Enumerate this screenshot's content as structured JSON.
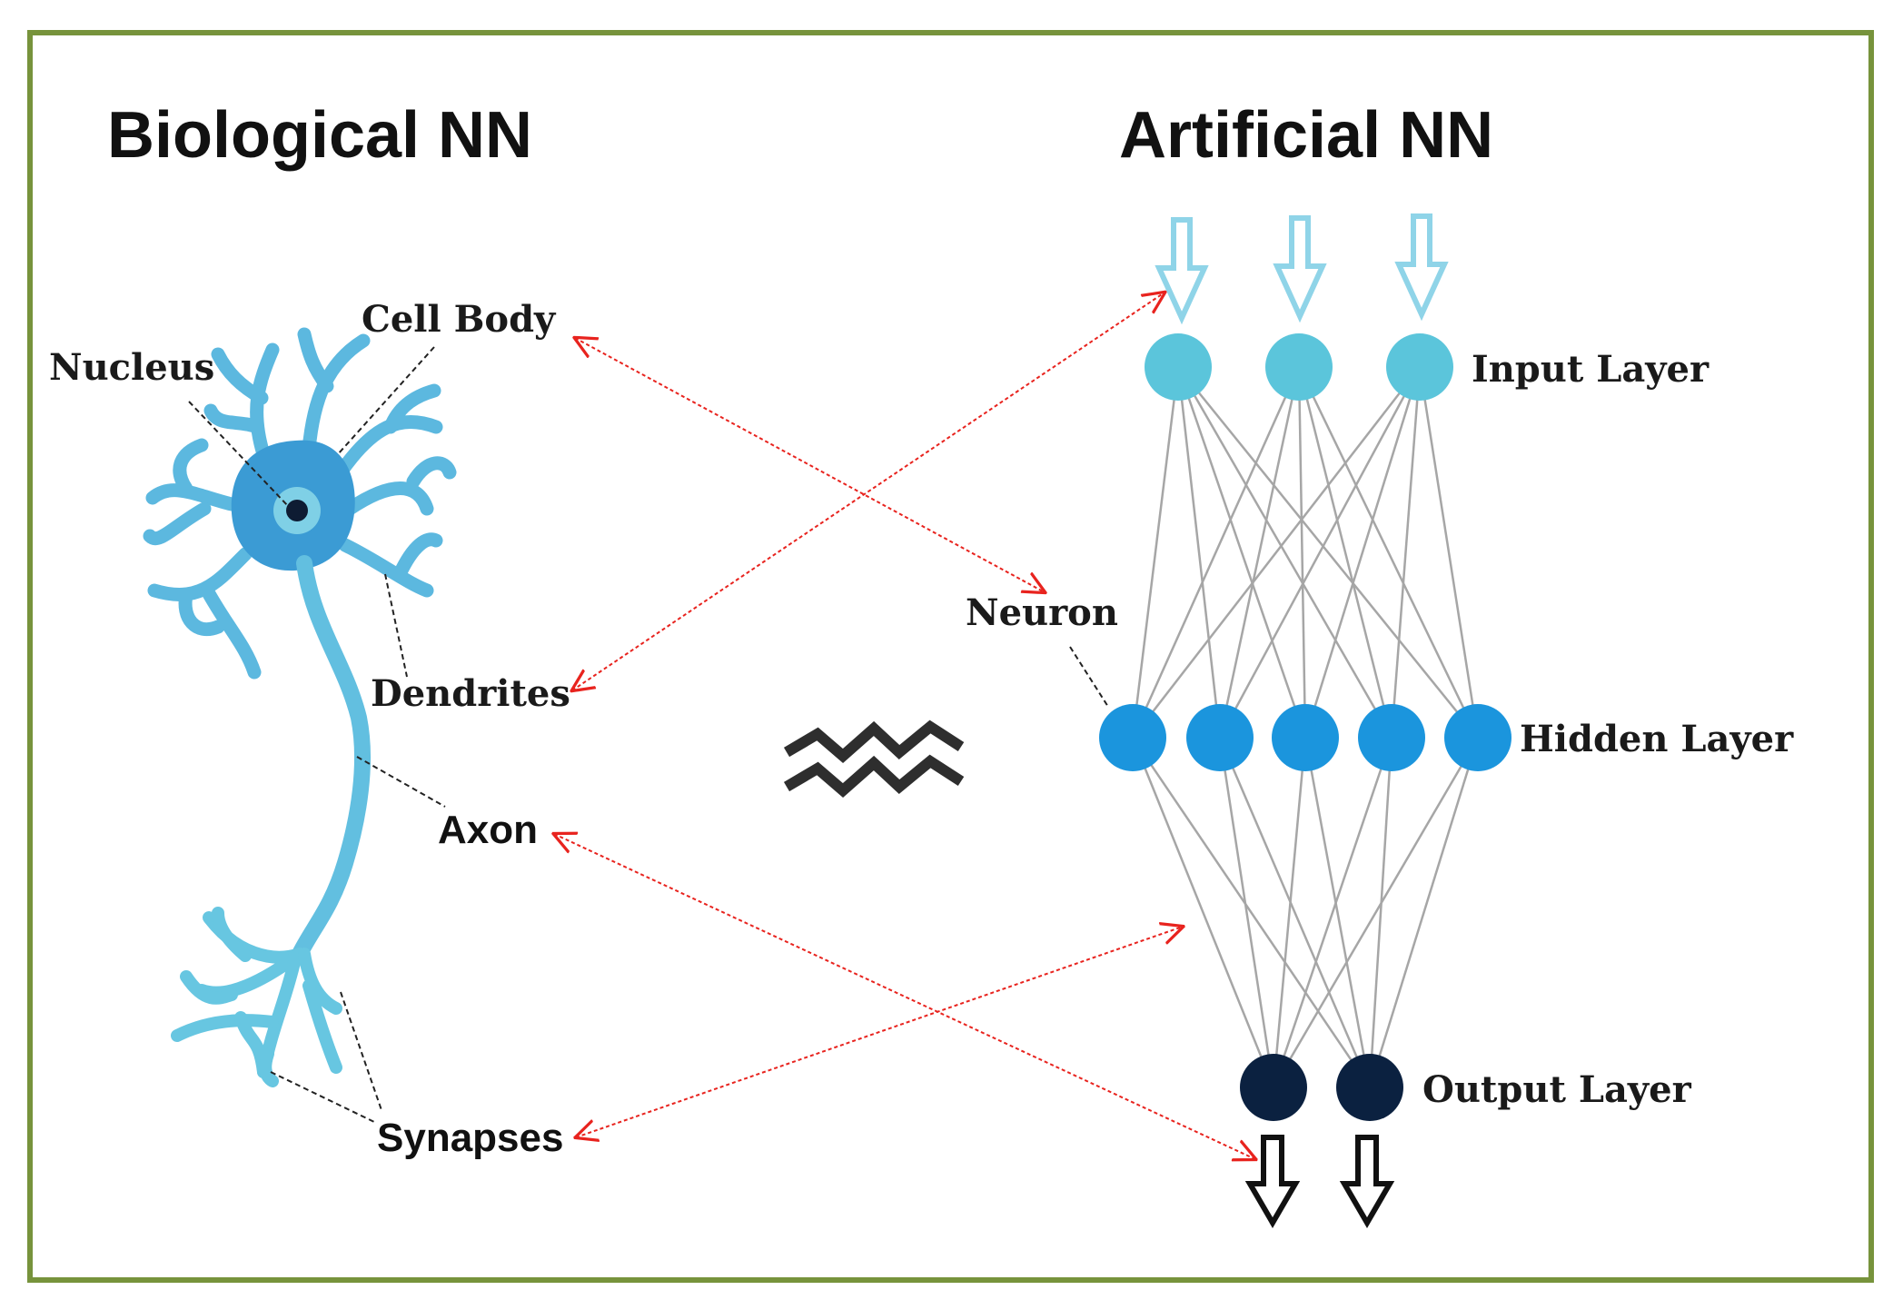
{
  "titles": {
    "biological": "Biological NN",
    "artificial": "Artificial NN"
  },
  "bio_labels": {
    "nucleus": "Nucleus",
    "cell_body": "Cell Body",
    "dendrites": "Dendrites",
    "axon": "Axon",
    "synapses": "Synapses"
  },
  "ann_labels": {
    "neuron": "Neuron",
    "input_layer": "Input Layer",
    "hidden_layer": "Hidden Layer",
    "output_layer": "Output Layer"
  },
  "network": {
    "input_count": 3,
    "hidden_count": 5,
    "output_count": 2
  },
  "colors": {
    "frame": "#77933c",
    "neuron_body": "#3b9bd4",
    "neuron_branch": "#5cb8df",
    "neuron_tail": "#67c6e1",
    "nucleus_ring": "#7fd0e6",
    "nucleus": "#0e1c33",
    "input_node": "#5bc5db",
    "hidden_node": "#1b95dd",
    "output_node": "#0b2140",
    "connection": "#a6a6a6",
    "input_arrow": "#8fd4e8",
    "output_arrow": "#111111",
    "correspondence_arrow": "#e8231e"
  },
  "icons": {
    "approx": "approximately-equal-icon",
    "input_arrows": "down-arrow-icon",
    "output_arrows": "down-arrow-icon"
  }
}
